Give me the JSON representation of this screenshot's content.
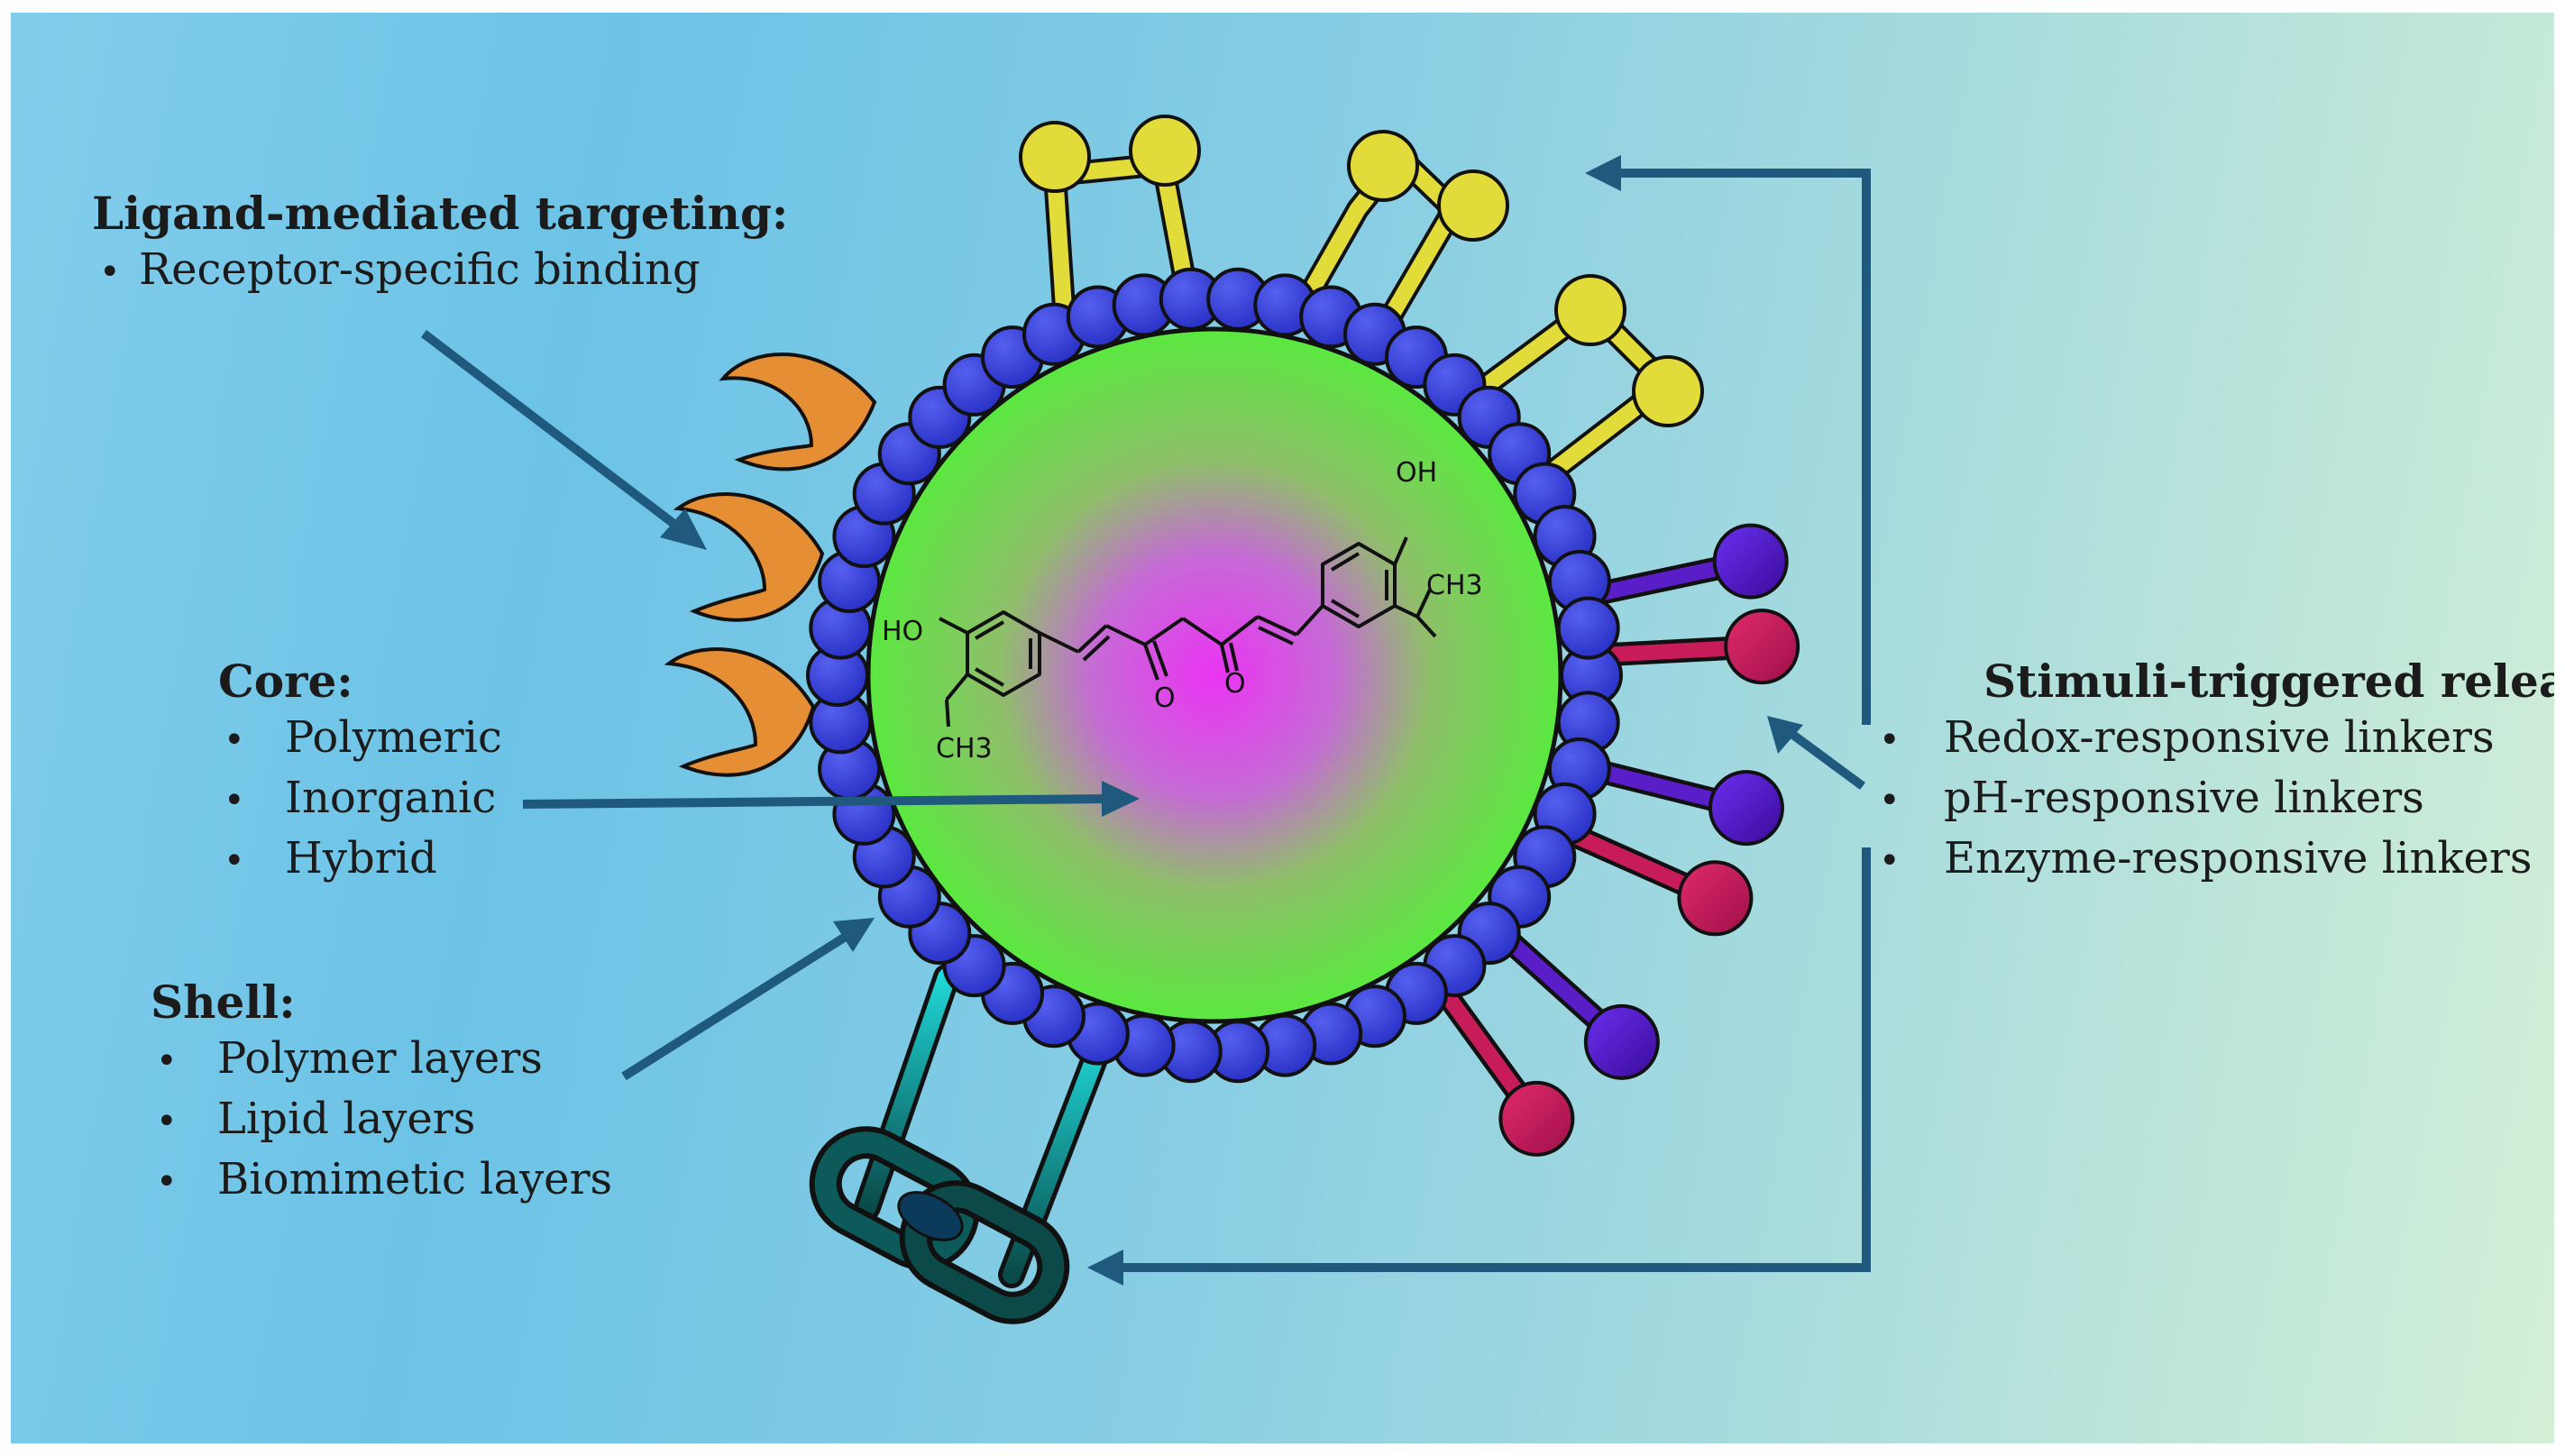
{
  "ligand": {
    "heading": "Ligand-mediated targeting:",
    "items": [
      "Receptor-specific binding"
    ]
  },
  "core": {
    "heading": "Core:",
    "items": [
      "Polymeric",
      "Inorganic",
      "Hybrid"
    ]
  },
  "shell": {
    "heading": "Shell:",
    "items": [
      "Polymer layers",
      "Lipid layers",
      "Biomimetic layers"
    ]
  },
  "stimuli": {
    "heading": "Stimuli-triggered release:",
    "items": [
      "Redox-responsive linkers",
      "pH-responsive linkers",
      "Enzyme-responsive linkers"
    ]
  },
  "molecule_labels": {
    "oh_right": "OH",
    "ch3_right": "CH3",
    "ho_left": "HO",
    "ch3_left": "CH3",
    "o_left": "O",
    "o_right": "O"
  },
  "colors": {
    "arrow": "#1f5a7e",
    "shell_bead": "#3a43d8",
    "core_edge": "#66e64a",
    "core_center": "#e436ee",
    "ligand_crescent": "#e68e33",
    "linker_yellow": "#e2dc3a",
    "linker_purple": "#5a1ec8",
    "linker_red": "#c81c5a",
    "linker_teal": "#1a7a7a"
  }
}
